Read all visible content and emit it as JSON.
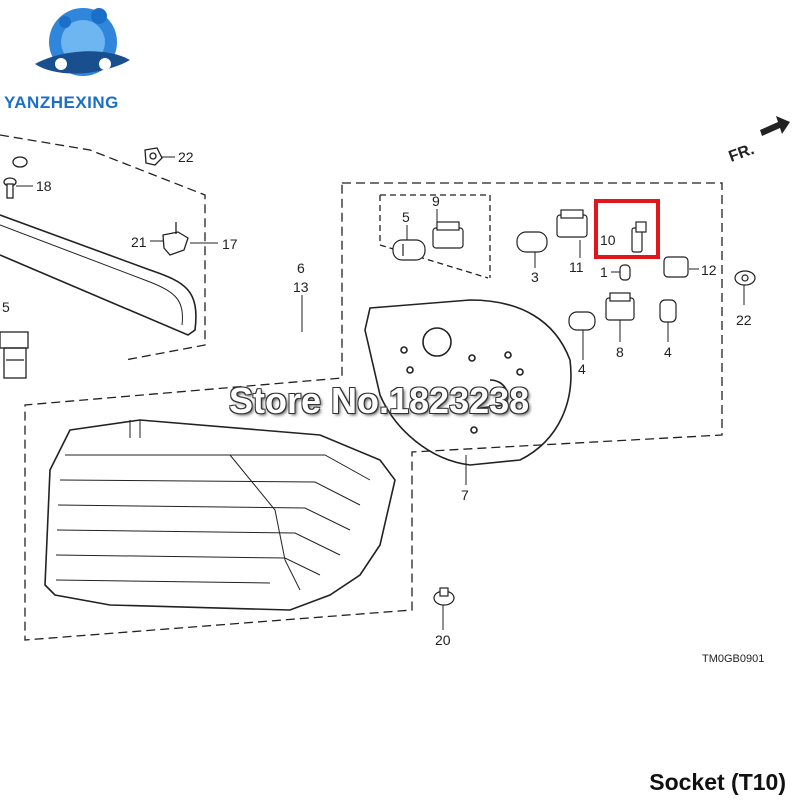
{
  "brand": {
    "name": "YANZHEXING"
  },
  "watermark": "Store No.1823238",
  "direction_label": "FR.",
  "drawing_code": "TM0GB0901",
  "caption": "Socket (T10)",
  "callouts": {
    "c1": "1",
    "c3": "3",
    "c4a": "4",
    "c4b": "4",
    "c5a": "5",
    "c5b": "5",
    "c6": "6",
    "c7": "7",
    "c8": "8",
    "c9": "9",
    "c10": "10",
    "c11": "11",
    "c12": "12",
    "c13": "13",
    "c17": "17",
    "c18": "18",
    "c20": "20",
    "c21": "21",
    "c22a": "22",
    "c22b": "22"
  },
  "colors": {
    "highlight": "#e0161b",
    "brand_blue": "#1a6fc9",
    "line": "#222222"
  }
}
